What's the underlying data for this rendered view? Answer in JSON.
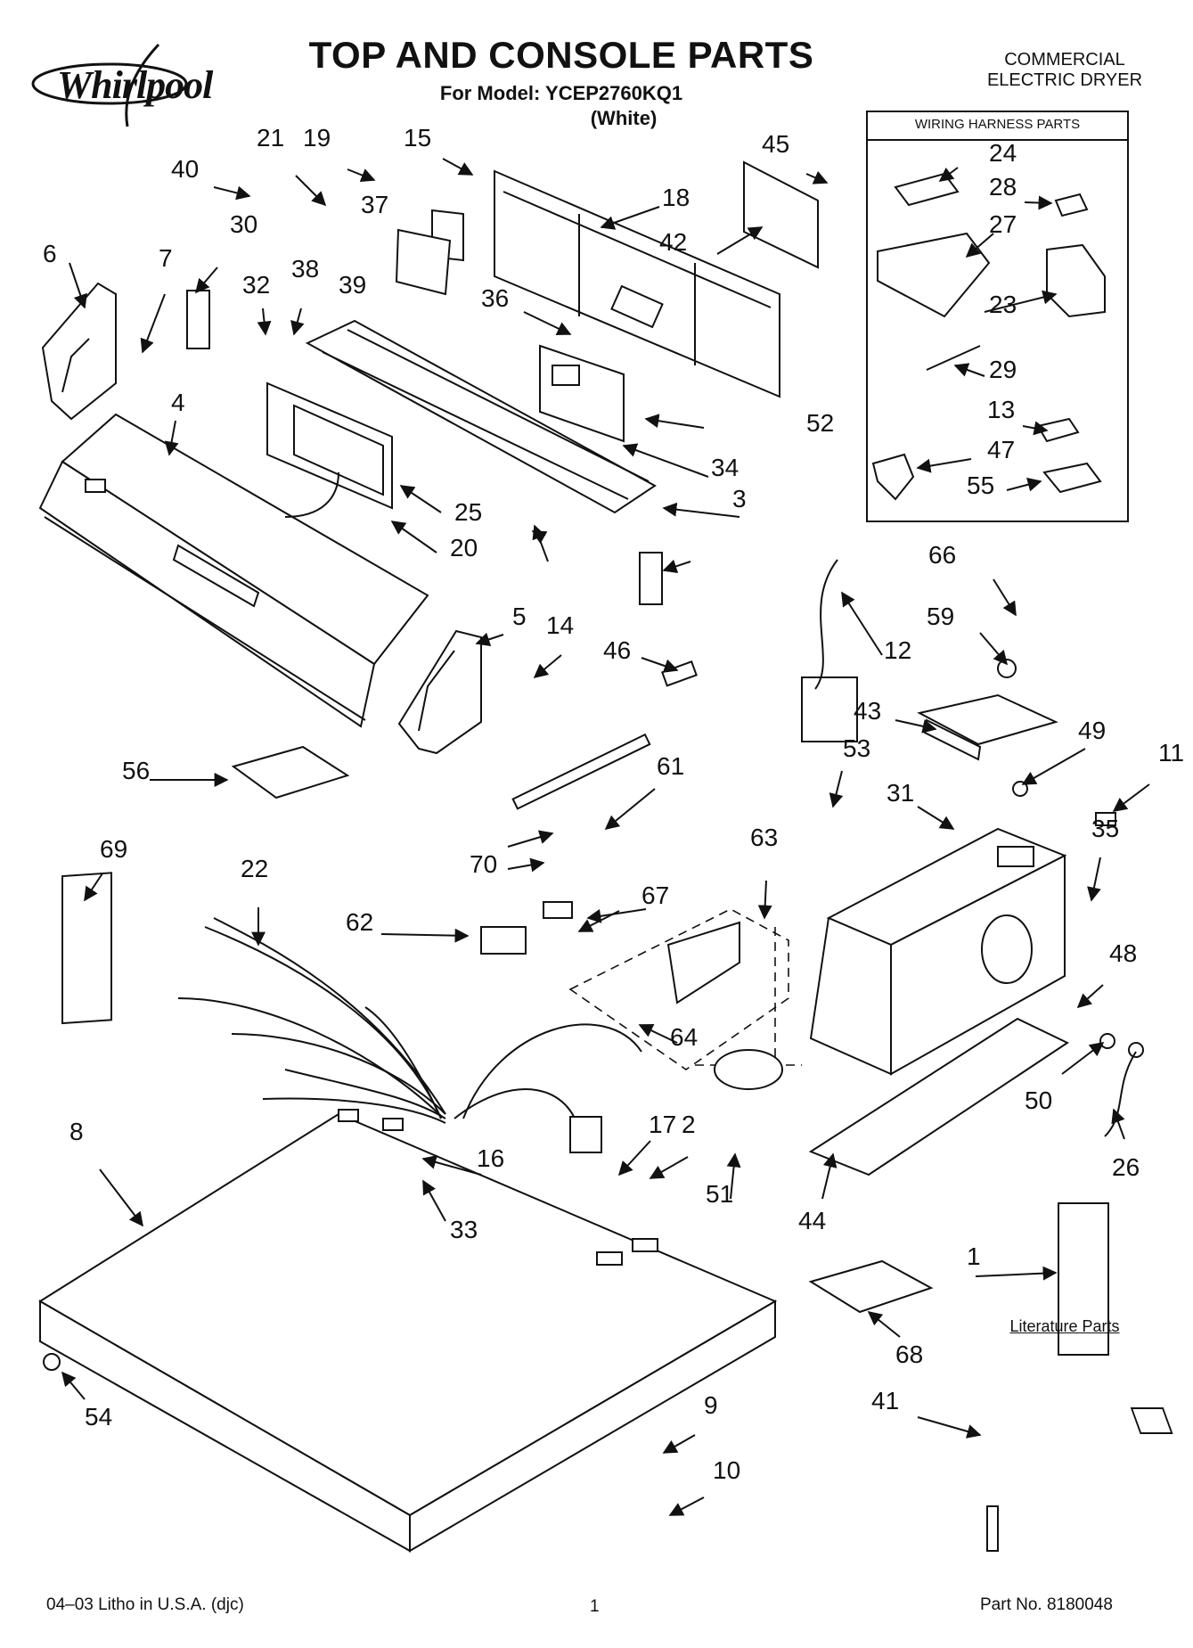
{
  "header": {
    "brand": "Whirlpool",
    "title": "TOP AND CONSOLE PARTS",
    "model_line": "For Model: YCEP2760KQ1",
    "color_line": "(White)",
    "category_line1": "COMMERCIAL",
    "category_line2": "ELECTRIC DRYER"
  },
  "wiring_harness": {
    "heading": "WIRING HARNESS PARTS"
  },
  "literature_label": "Literature Parts",
  "footer": {
    "left": "04–03 Litho in U.S.A. (djc)",
    "page": "1",
    "part_no": "Part No. 8180048"
  },
  "callouts": [
    "1",
    "2",
    "3",
    "4",
    "5",
    "6",
    "7",
    "8",
    "9",
    "10",
    "11",
    "12",
    "13",
    "14",
    "15",
    "16",
    "17",
    "18",
    "19",
    "20",
    "21",
    "22",
    "23",
    "24",
    "25",
    "26",
    "27",
    "28",
    "29",
    "30",
    "31",
    "32",
    "33",
    "34",
    "35",
    "36",
    "37",
    "38",
    "39",
    "40",
    "41",
    "42",
    "43",
    "44",
    "45",
    "46",
    "47",
    "48",
    "49",
    "50",
    "51",
    "52",
    "53",
    "54",
    "55",
    "56",
    "59",
    "61",
    "62",
    "63",
    "64",
    "66",
    "67",
    "68",
    "69",
    "70"
  ],
  "colors": {
    "ink": "#111111",
    "paper": "#ffffff"
  }
}
